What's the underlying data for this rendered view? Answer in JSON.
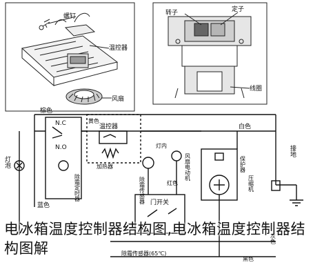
{
  "labels": {
    "screw": "螺钉",
    "thermostat_top": "温控器",
    "fan": "风扇",
    "rotor": "转子",
    "stator": "定子",
    "coil": "线圈",
    "wire_brown": "棕色",
    "nc": "N.C",
    "no": "N.O",
    "wire_yellow": "黄色",
    "thermostat_circ": "温控器",
    "heater": "加热器",
    "lamp_house": "灯内",
    "fan_motor_v": "风扇电动机",
    "wire_white": "白色",
    "protector": "保护器",
    "compressor": "压缩机",
    "bulb_v": "灯泡",
    "defrost_timer_v": "除霜定时器",
    "wire_red": "红色",
    "door_switch": "门开关",
    "defrost_sensor_v": "除霜传感器",
    "wire_blue": "蓝色",
    "ground_v": "接地",
    "wire_gray": "灰色",
    "timer_temp": "除霜传感器(65℃)",
    "wire_black": "黑色"
  },
  "caption": "电冰箱温度控制器结构图,电冰箱温度控制器结构图解"
}
